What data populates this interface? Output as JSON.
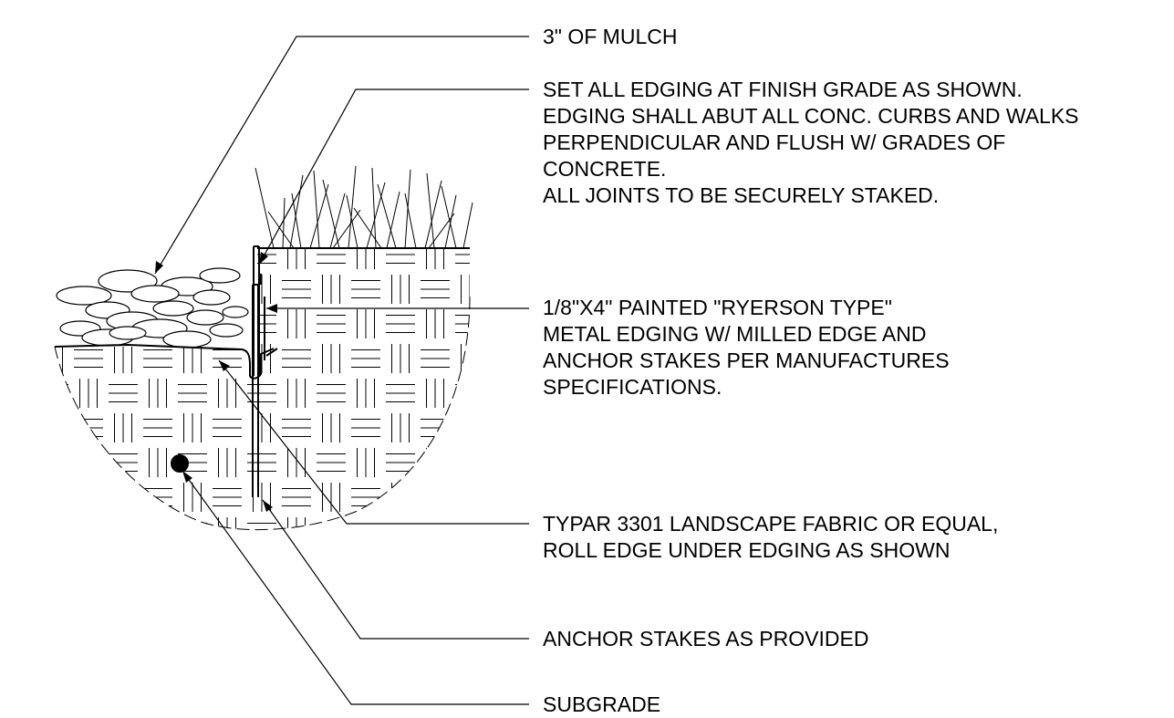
{
  "colors": {
    "ink": "#000000",
    "background": "#ffffff"
  },
  "callouts": {
    "mulch": [
      "3\" OF MULCH"
    ],
    "edging_grade": [
      "SET ALL EDGING AT FINISH GRADE AS SHOWN.",
      "EDGING SHALL ABUT ALL CONC. CURBS AND WALKS",
      "PERPENDICULAR AND FLUSH W/ GRADES OF",
      "CONCRETE.",
      "ALL JOINTS TO BE SECURELY STAKED."
    ],
    "metal_edging": [
      "1/8\"X4\" PAINTED \"RYERSON TYPE\"",
      "METAL EDGING W/ MILLED EDGE AND",
      "ANCHOR STAKES PER MANUFACTURES",
      "SPECIFICATIONS."
    ],
    "fabric": [
      "TYPAR 3301 LANDSCAPE FABRIC OR EQUAL,",
      "ROLL EDGE UNDER EDGING AS SHOWN"
    ],
    "anchor_stakes": [
      "ANCHOR STAKES AS PROVIDED"
    ],
    "subgrade": [
      "SUBGRADE"
    ]
  }
}
